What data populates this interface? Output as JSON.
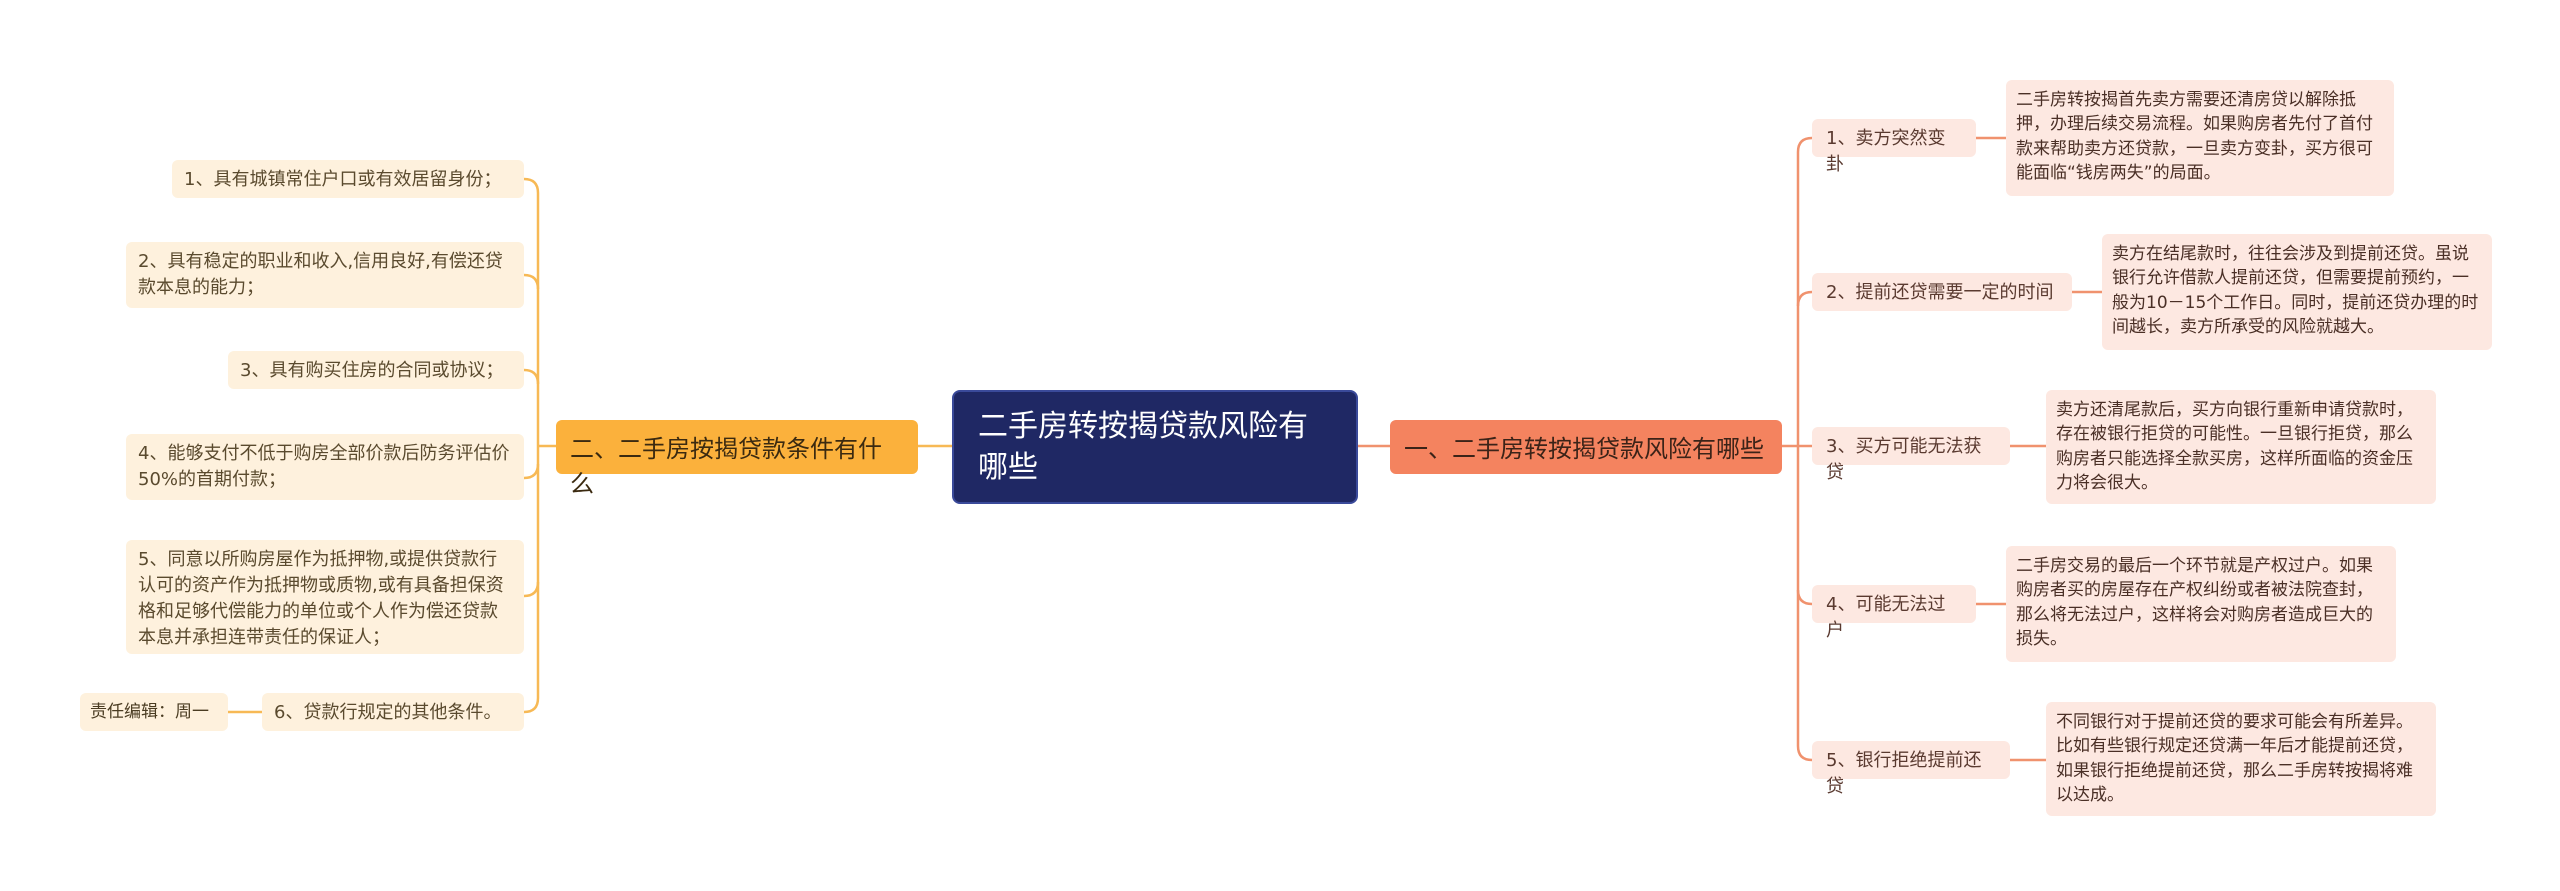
{
  "root": {
    "title": "二手房转按揭贷款风险有哪些"
  },
  "colors": {
    "root_bg": "#1f2864",
    "right_branch": "#f4835f",
    "left_branch": "#fbb13c",
    "right_light": "#fde8e1",
    "left_light": "#fef1dd",
    "right_line": "#f0926e",
    "left_line": "#f7b955"
  },
  "right_branch": {
    "label": "一、二手房转按揭贷款风险有哪些",
    "items": [
      {
        "label": "1、卖方突然变卦",
        "detail": "二手房转按揭首先卖方需要还清房贷以解除抵押，办理后续交易流程。如果购房者先付了首付款来帮助卖方还贷款，一旦卖方变卦，买方很可能面临“钱房两失”的局面。"
      },
      {
        "label": "2、提前还贷需要一定的时间",
        "detail": "卖方在结尾款时，往往会涉及到提前还贷。虽说银行允许借款人提前还贷，但需要提前预约，一般为10－15个工作日。同时，提前还贷办理的时间越长，卖方所承受的风险就越大。"
      },
      {
        "label": "3、买方可能无法获贷",
        "detail": "卖方还清尾款后，买方向银行重新申请贷款时，存在被银行拒贷的可能性。一旦银行拒贷，那么购房者只能选择全款买房，这样所面临的资金压力将会很大。"
      },
      {
        "label": "4、可能无法过户",
        "detail": "二手房交易的最后一个环节就是产权过户。如果购房者买的房屋存在产权纠纷或者被法院查封，那么将无法过户，这样将会对购房者造成巨大的损失。"
      },
      {
        "label": "5、银行拒绝提前还贷",
        "detail": "不同银行对于提前还贷的要求可能会有所差异。比如有些银行规定还贷满一年后才能提前还贷，如果银行拒绝提前还贷，那么二手房转按揭将难以达成。"
      }
    ]
  },
  "left_branch": {
    "label": "二、二手房按揭贷款条件有什么",
    "items": [
      {
        "label": "1、具有城镇常住户口或有效居留身份；"
      },
      {
        "label": "2、具有稳定的职业和收入,信用良好,有偿还贷款本息的能力；"
      },
      {
        "label": "3、具有购买住房的合同或协议；"
      },
      {
        "label": "4、能够支付不低于购房全部价款后防务评估价50%的首期付款；"
      },
      {
        "label": "5、同意以所购房屋作为抵押物,或提供贷款行认可的资产作为抵押物或质物,或有具备担保资格和足够代偿能力的单位或个人作为偿还贷款本息并承担连带责任的保证人；"
      },
      {
        "label": "6、贷款行规定的其他条件。",
        "detail": "责任编辑：周一"
      }
    ]
  }
}
